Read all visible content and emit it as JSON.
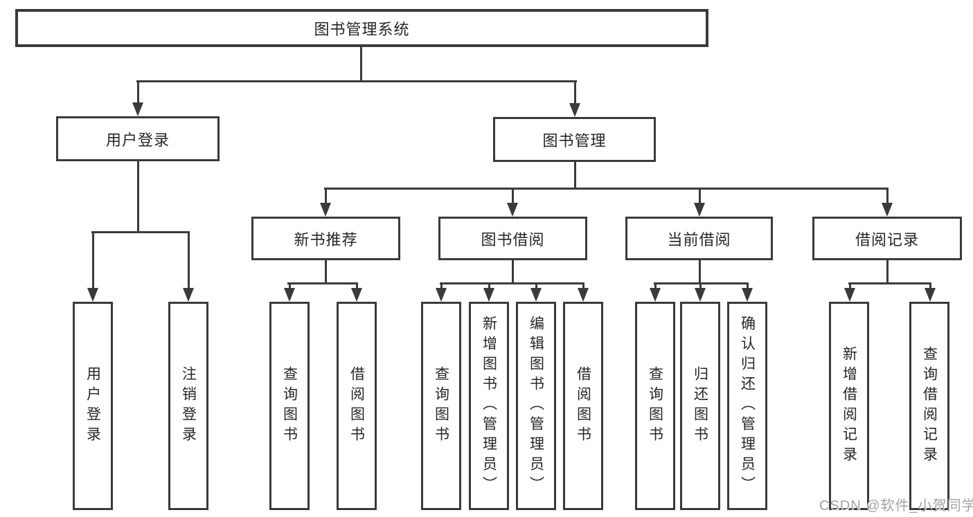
{
  "diagram": {
    "root": {
      "label": "图书管理系统"
    },
    "level2": [
      {
        "label": "用户登录"
      },
      {
        "label": "图书管理"
      }
    ],
    "level3": [
      {
        "label": "新书推荐"
      },
      {
        "label": "图书借阅"
      },
      {
        "label": "当前借阅"
      },
      {
        "label": "借阅记录"
      }
    ],
    "leaves": {
      "login": [
        "用户登录",
        "注销登录"
      ],
      "newbook": [
        "查询图书",
        "借阅图书"
      ],
      "borrow": [
        "查询图书",
        "新增图书（管理员）",
        "编辑图书（管理员）",
        "借阅图书"
      ],
      "current": [
        "查询图书",
        "归还图书",
        "确认归还（管理员）"
      ],
      "records": [
        "新增借阅记录",
        "查询借阅记录"
      ]
    }
  },
  "watermark": {
    "text": "CSDN @软件_小贺同学"
  },
  "colors": {
    "line": "#3a3a3a",
    "text": "#262626",
    "watermark": "#a3a3a3",
    "background": "#ffffff"
  }
}
